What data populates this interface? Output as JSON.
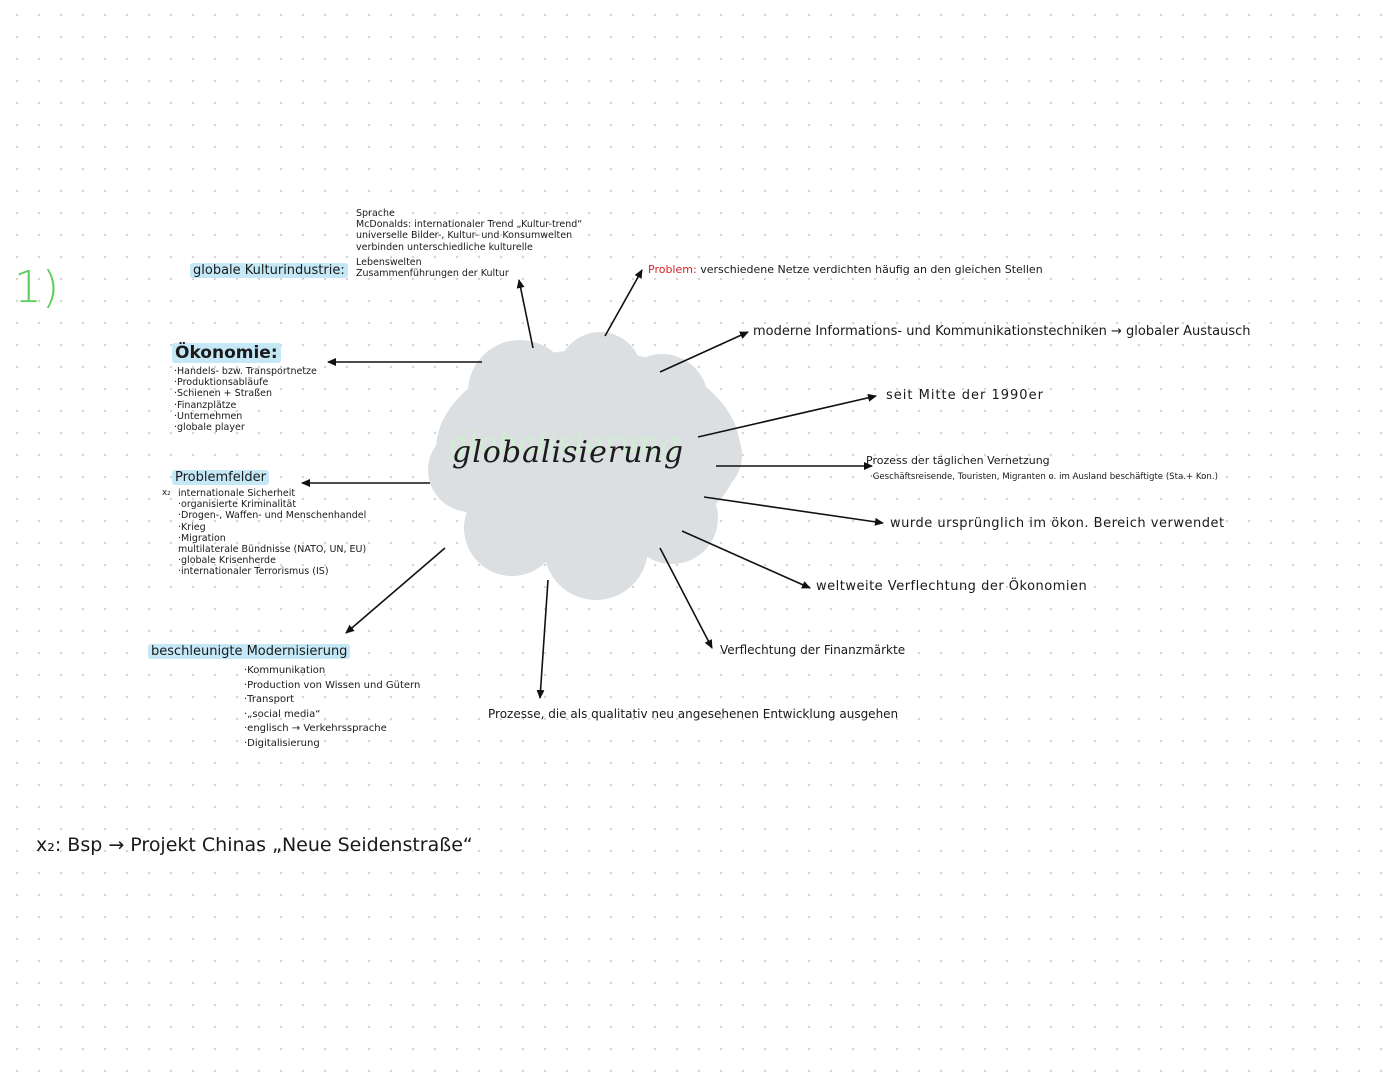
{
  "number": "1)",
  "center": "globalisierung",
  "culture": {
    "label": "globale Kulturindustrie:",
    "items": [
      "Sprache",
      "McDonalds: internationaler Trend „Kultur-trend“",
      "universelle Bilder-, Kultur- und Konsumwelten",
      "verbinden unterschiedliche kulturelle",
      "Lebenswelten",
      "Zusammenführungen der Kultur"
    ]
  },
  "economy": {
    "heading": "Ökonomie:",
    "items": [
      "·Handels- bzw. Transportnetze",
      "·Produktionsabläufe",
      "·Schienen + Straßen",
      "·Finanzplätze",
      "·Unternehmen",
      "·globale player"
    ]
  },
  "problems": {
    "heading": "Problemfelder",
    "marker": "x₂",
    "items": [
      "internationale Sicherheit",
      "·organisierte Kriminalität",
      "·Drogen-, Waffen- und Menschenhandel",
      "·Krieg",
      "·Migration",
      "multilaterale Bündnisse (NATO, UN, EU)",
      "·globale Krisenherde",
      "·internationaler Terrorismus (IS)"
    ]
  },
  "modernization": {
    "heading": "beschleunigte Modernisierung",
    "items": [
      "·Kommunikation",
      "·Production von Wissen und Gütern",
      "·Transport",
      "·„social media“",
      "·englisch → Verkehrssprache",
      "·Digitalisierung"
    ]
  },
  "right": {
    "problem_label": "Problem:",
    "problem_text": "verschiedene Netze verdichten häufig an den gleichen Stellen",
    "it": "moderne Informations- und Kommunikationstechniken → globaler Austausch",
    "since": "seit Mitte der 1990er",
    "process": "Prozess der täglichen Vernetzung",
    "process_sub": "·Geschäftsreisende, Touristen, Migranten o. im Ausland beschäftigte (Sta.+ Kon.)",
    "econ_field": "wurde ursprünglich im ökon. Bereich verwendet",
    "worldwide": "weltweite Verflechtung der Ökonomien",
    "finance": "Verflechtung der Finanzmärkte",
    "processes": "Prozesse, die als qualitativ neu angesehenen Entwicklung ausgehen"
  },
  "footnote": "x₂: Bsp → Projekt Chinas „Neue Seidenstraße“"
}
